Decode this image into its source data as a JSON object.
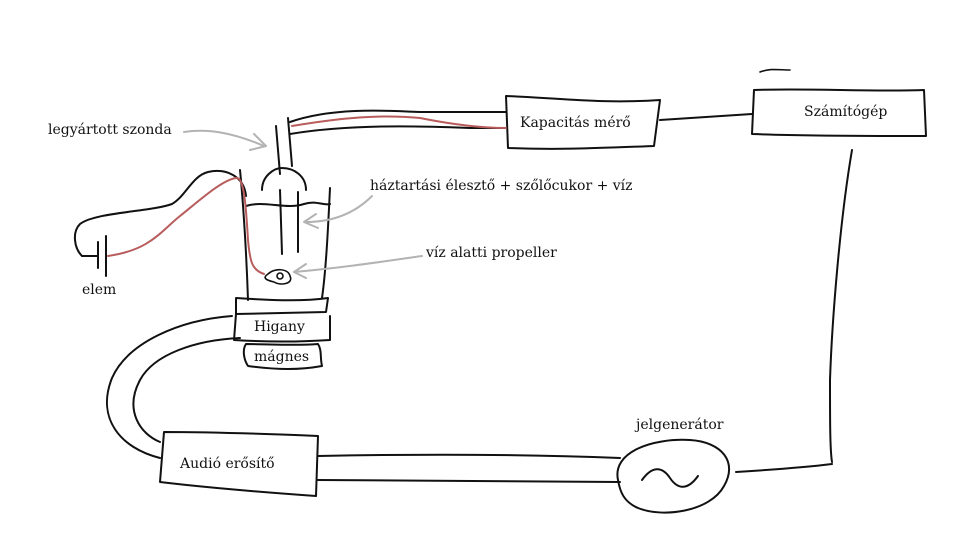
{
  "labels": {
    "capacitance_meter": "Kapacitás mérő",
    "computer": "Számítógép",
    "probe": "legyártott szonda",
    "yeast": "háztartási élesztő + szőlőcukor + víz",
    "propeller": "víz alatti propeller",
    "battery": "elem",
    "mercury": "Higany",
    "magnet": "mágnes",
    "amplifier": "Audió erősítő",
    "generator": "jelgenerátor"
  },
  "colors": {
    "ink": "#111111",
    "probe_wire": "#b85c5c",
    "pointer": "#b3b3b3",
    "background": "#ffffff"
  },
  "icons": {
    "generator_symbol": "sine-wave-icon"
  }
}
